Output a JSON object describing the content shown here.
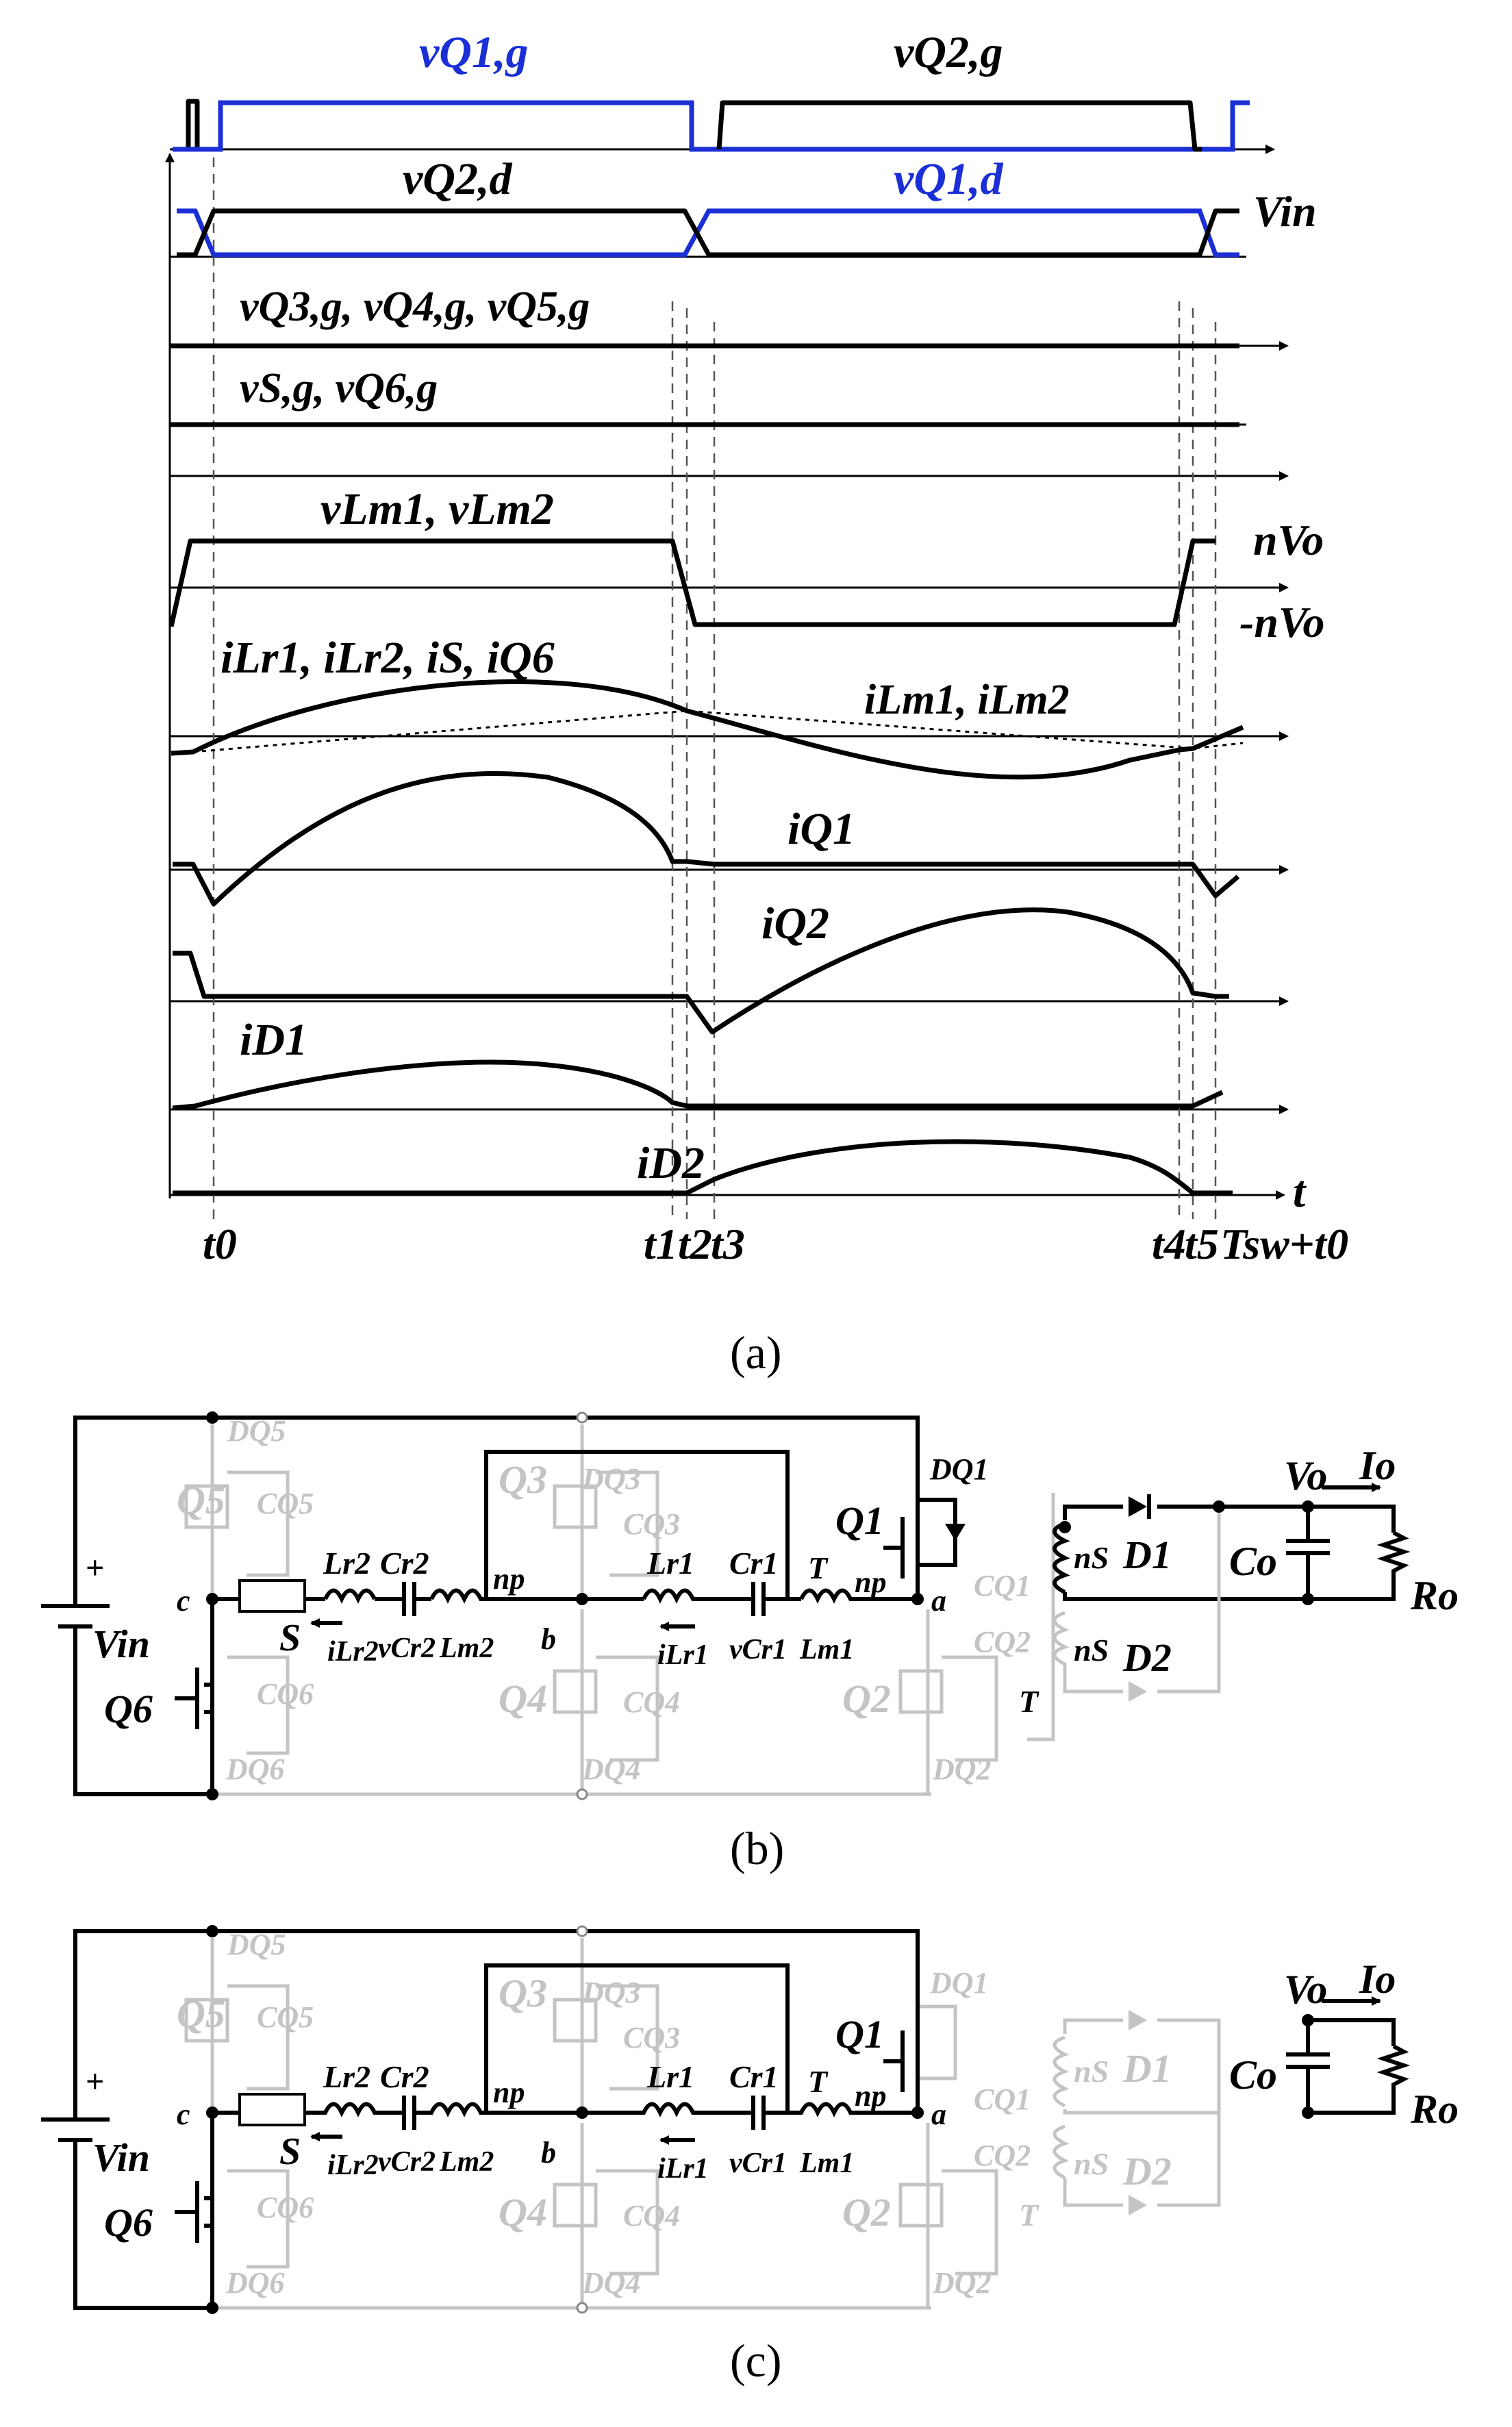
{
  "panel_a": {
    "caption": "(a)",
    "signals": {
      "vq1g": "vQ1,g",
      "vq2g": "vQ2,g",
      "vq2d": "vQ2,d",
      "vq1d": "vQ1,d",
      "vin": "Vin",
      "vq345": "vQ3,g, vQ4,g, vQ5,g",
      "vsg": "vS,g, vQ6,g",
      "vlm": "vLm1, vLm2",
      "pos_nvo": "nVo",
      "neg_nvo": "-nVo",
      "ilr": "iLr1, iLr2, iS, iQ6",
      "ilm": "iLm1, iLm2",
      "iq1": "iQ1",
      "iq2": "iQ2",
      "id1": "iD1",
      "id2": "iD2",
      "t": "t"
    },
    "time_labels": [
      "t0",
      "t1",
      "t2",
      "t3",
      "t4",
      "t5",
      "Tsw+t0"
    ]
  },
  "panel_b": {
    "caption": "(b)",
    "labels": {
      "q1": "Q1",
      "q2": "Q2",
      "q3": "Q3",
      "q4": "Q4",
      "q5": "Q5",
      "q6": "Q6",
      "dq1": "DQ1",
      "dq2": "DQ2",
      "dq3": "DQ3",
      "dq4": "DQ4",
      "dq5": "DQ5",
      "dq6": "DQ6",
      "cq1": "CQ1",
      "cq2": "CQ2",
      "cq3": "CQ3",
      "cq4": "CQ4",
      "cq5": "CQ5",
      "cq6": "CQ6",
      "lr1": "Lr1",
      "lr2": "Lr2",
      "cr1": "Cr1",
      "cr2": "Cr2",
      "lm1": "Lm1",
      "lm2": "Lm2",
      "ilr1": "iLr1",
      "ilr2": "iLr2",
      "vcr1": "vCr1",
      "vcr2": "vCr2",
      "np": "np",
      "ns": "nS",
      "t": "T",
      "s": "S",
      "node_a": "a",
      "node_b": "b",
      "node_c": "c",
      "vin": "Vin",
      "plus": "+",
      "d1": "D1",
      "d2": "D2",
      "co": "Co",
      "ro": "Ro",
      "vo": "Vo",
      "io": "Io"
    }
  },
  "panel_c": {
    "caption": "(c)"
  },
  "colors": {
    "highlight": "#1a2fd6",
    "inactive": "#c4c4c4",
    "wire": "#000000"
  }
}
